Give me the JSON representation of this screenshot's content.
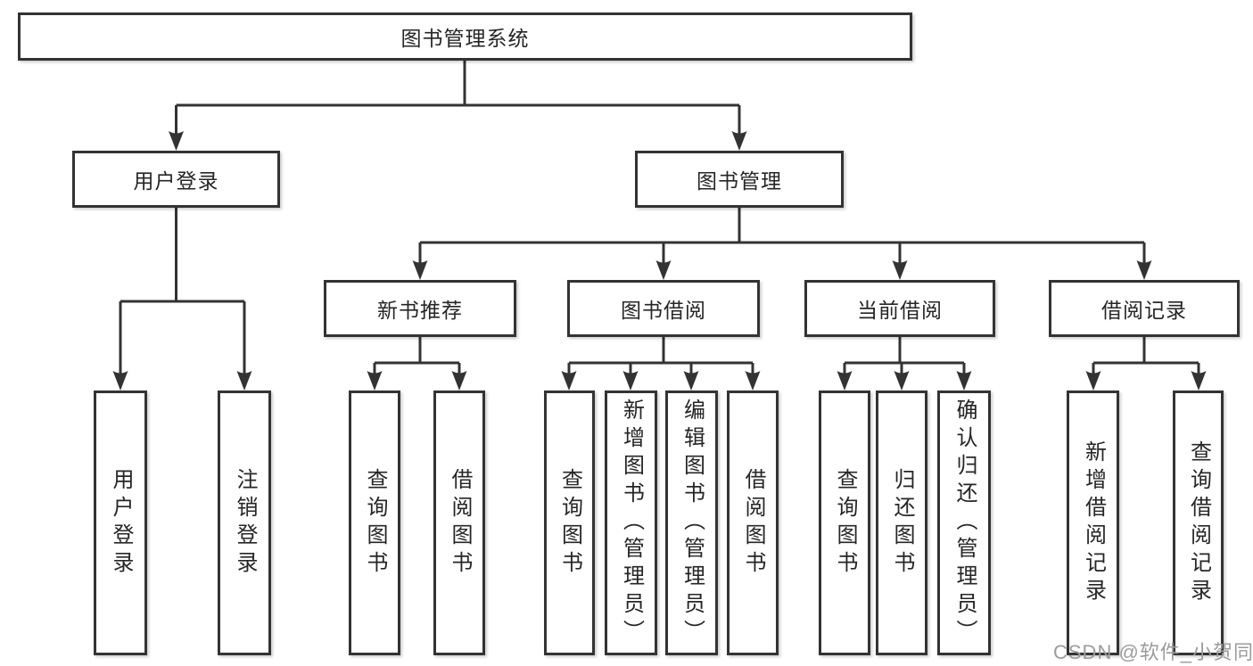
{
  "diagram_title": "图书管理系统",
  "tree": {
    "root": {
      "label": "图书管理系统",
      "children": [
        {
          "label": "用户登录",
          "children": [
            {
              "label": "用户登录"
            },
            {
              "label": "注销登录"
            }
          ]
        },
        {
          "label": "图书管理",
          "children": [
            {
              "label": "新书推荐",
              "children": [
                {
                  "label": "查询图书"
                },
                {
                  "label": "借阅图书"
                }
              ]
            },
            {
              "label": "图书借阅",
              "children": [
                {
                  "label": "查询图书"
                },
                {
                  "label": "新增图书（管理员）"
                },
                {
                  "label": "编辑图书（管理员）"
                },
                {
                  "label": "借阅图书"
                }
              ]
            },
            {
              "label": "当前借阅",
              "children": [
                {
                  "label": "查询图书"
                },
                {
                  "label": "归还图书"
                },
                {
                  "label": "确认归还（管理员）"
                }
              ]
            },
            {
              "label": "借阅记录",
              "children": [
                {
                  "label": "新增借阅记录"
                },
                {
                  "label": "查询借阅记录"
                }
              ]
            }
          ]
        }
      ]
    }
  },
  "watermark": {
    "text": "CSDN @软件_小贺同学",
    "color": "#9b9b9b"
  },
  "colors": {
    "line": "#333333",
    "box_border": "#333333",
    "text": "#262626",
    "background": "#ffffff"
  }
}
